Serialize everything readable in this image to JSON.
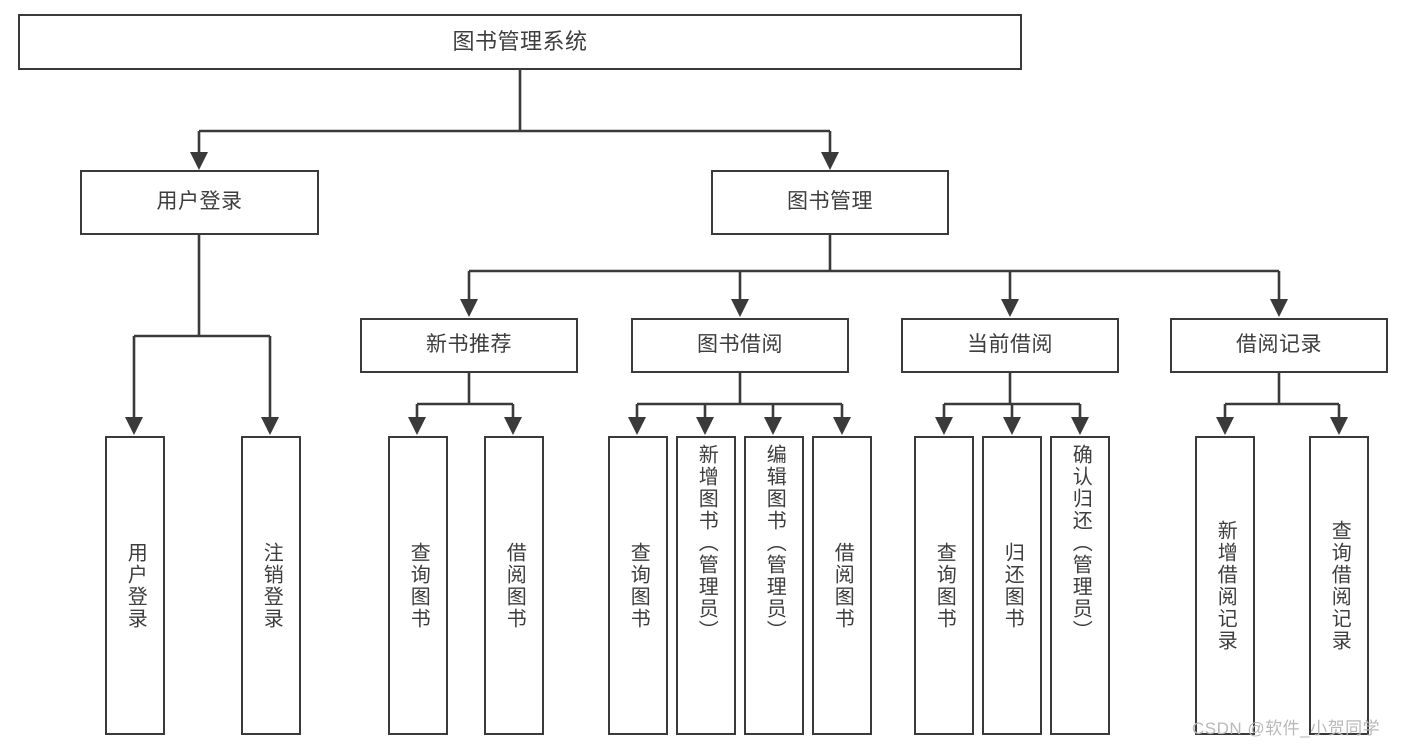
{
  "diagram": {
    "title": "图书管理系统",
    "type": "tree",
    "watermark": "CSDN @软件_小贺同学",
    "colors": {
      "box_border": "#3a3a3a",
      "box_fill": "#ffffff",
      "text": "#3d3d3d",
      "connector": "#3a3a3a",
      "watermark": "#b9b9b9",
      "background": "#ffffff"
    },
    "levels": {
      "root": "图书管理系统",
      "level2": [
        "用户登录",
        "图书管理"
      ],
      "level3": [
        "新书推荐",
        "图书借阅",
        "当前借阅",
        "借阅记录"
      ]
    },
    "nodes": {
      "root": {
        "label": "图书管理系统"
      },
      "user_login": {
        "label": "用户登录"
      },
      "book_manage": {
        "label": "图书管理"
      },
      "new_book_rec": {
        "label": "新书推荐"
      },
      "book_borrow": {
        "label": "图书借阅"
      },
      "current_borrow": {
        "label": "当前借阅"
      },
      "borrow_record": {
        "label": "借阅记录"
      },
      "leaf_user_login": {
        "label": "用户登录"
      },
      "leaf_logout": {
        "label": "注销登录"
      },
      "leaf_query_book_1": {
        "label": "查询图书"
      },
      "leaf_borrow_book_1": {
        "label": "借阅图书"
      },
      "leaf_query_book_2": {
        "label": "查询图书"
      },
      "leaf_add_book": {
        "label": "新增图书（管理员）"
      },
      "leaf_edit_book": {
        "label": "编辑图书（管理员）"
      },
      "leaf_borrow_book_2": {
        "label": "借阅图书"
      },
      "leaf_query_book_3": {
        "label": "查询图书"
      },
      "leaf_return_book": {
        "label": "归还图书"
      },
      "leaf_confirm_return": {
        "label": "确认归还（管理员）"
      },
      "leaf_add_record": {
        "label": "新增借阅记录"
      },
      "leaf_query_record": {
        "label": "查询借阅记录"
      }
    },
    "edges": [
      {
        "from": "root",
        "to": "user_login"
      },
      {
        "from": "root",
        "to": "book_manage"
      },
      {
        "from": "user_login",
        "to": "leaf_user_login"
      },
      {
        "from": "user_login",
        "to": "leaf_logout"
      },
      {
        "from": "book_manage",
        "to": "new_book_rec"
      },
      {
        "from": "book_manage",
        "to": "book_borrow"
      },
      {
        "from": "book_manage",
        "to": "current_borrow"
      },
      {
        "from": "book_manage",
        "to": "borrow_record"
      },
      {
        "from": "new_book_rec",
        "to": "leaf_query_book_1"
      },
      {
        "from": "new_book_rec",
        "to": "leaf_borrow_book_1"
      },
      {
        "from": "book_borrow",
        "to": "leaf_query_book_2"
      },
      {
        "from": "book_borrow",
        "to": "leaf_add_book"
      },
      {
        "from": "book_borrow",
        "to": "leaf_edit_book"
      },
      {
        "from": "book_borrow",
        "to": "leaf_borrow_book_2"
      },
      {
        "from": "current_borrow",
        "to": "leaf_query_book_3"
      },
      {
        "from": "current_borrow",
        "to": "leaf_return_book"
      },
      {
        "from": "current_borrow",
        "to": "leaf_confirm_return"
      },
      {
        "from": "borrow_record",
        "to": "leaf_add_record"
      },
      {
        "from": "borrow_record",
        "to": "leaf_query_record"
      }
    ]
  }
}
